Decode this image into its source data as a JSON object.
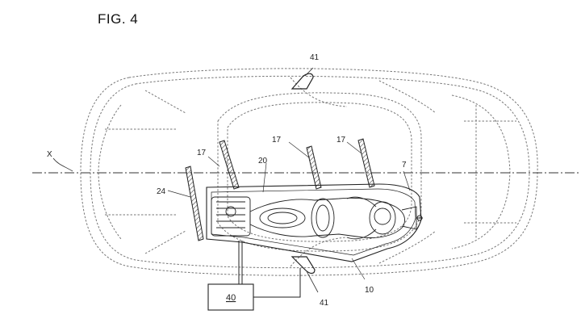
{
  "figure": {
    "title": "FIG. 4"
  },
  "labels": {
    "l41_top": "41",
    "l41_bottom": "41",
    "lX": "X",
    "l17_a": "17",
    "l17_b": "17",
    "l17_c": "17",
    "l20": "20",
    "l7": "7",
    "l24": "24",
    "l10": "10",
    "l40": "40"
  }
}
